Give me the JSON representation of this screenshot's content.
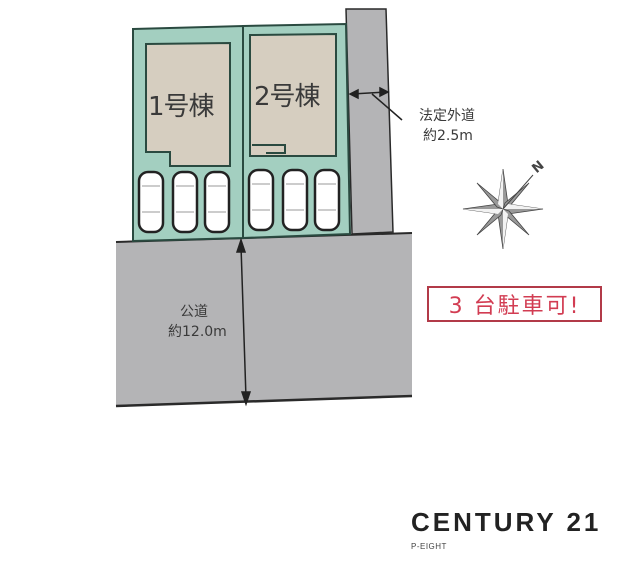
{
  "site_plan": {
    "lots": [
      {
        "id": "lot-1",
        "label": "1号棟",
        "parking_spaces": 3
      },
      {
        "id": "lot-2",
        "label": "2号棟",
        "parking_spaces": 3
      }
    ],
    "private_road": {
      "label_line1": "法定外道",
      "label_line2": "約2.5m"
    },
    "public_road": {
      "label_line1": "公道",
      "label_line2": "約12.0m"
    },
    "compass": {
      "north_label": "N"
    },
    "parking_notice": "3 台駐車可!"
  },
  "brand": {
    "name": "CENTURY 21",
    "sub": "P-EIGHT"
  },
  "colors": {
    "lot_fill": "#a3cfc0",
    "building_fill": "#d6cec0",
    "road_fill": "#b4b4b6",
    "outline": "#2a2a2a",
    "accent_red": "#d23c52"
  }
}
